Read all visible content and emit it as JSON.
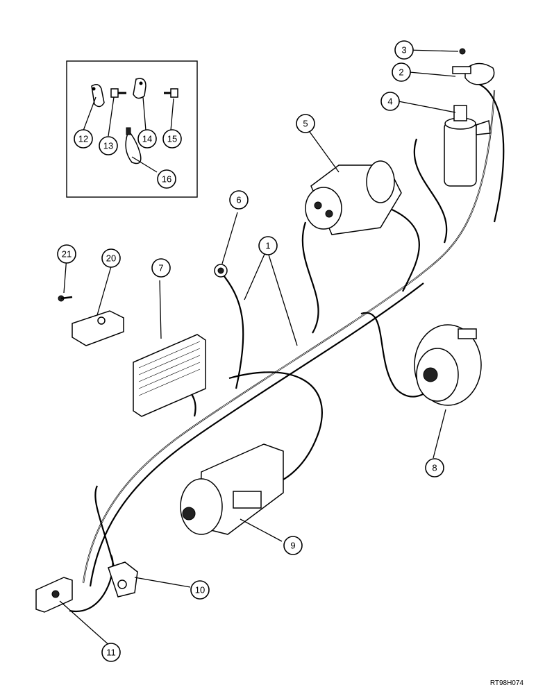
{
  "callouts": [
    {
      "id": "1",
      "label": "1"
    },
    {
      "id": "2",
      "label": "2"
    },
    {
      "id": "3",
      "label": "3"
    },
    {
      "id": "4",
      "label": "4"
    },
    {
      "id": "5",
      "label": "5"
    },
    {
      "id": "6",
      "label": "6"
    },
    {
      "id": "7",
      "label": "7"
    },
    {
      "id": "8",
      "label": "8"
    },
    {
      "id": "9",
      "label": "9"
    },
    {
      "id": "10",
      "label": "10"
    },
    {
      "id": "11",
      "label": "11"
    },
    {
      "id": "12",
      "label": "12"
    },
    {
      "id": "13",
      "label": "13"
    },
    {
      "id": "14",
      "label": "14"
    },
    {
      "id": "15",
      "label": "15"
    },
    {
      "id": "16",
      "label": "16"
    },
    {
      "id": "20",
      "label": "20"
    },
    {
      "id": "21",
      "label": "21"
    }
  ],
  "figure_code": "RT98H074"
}
